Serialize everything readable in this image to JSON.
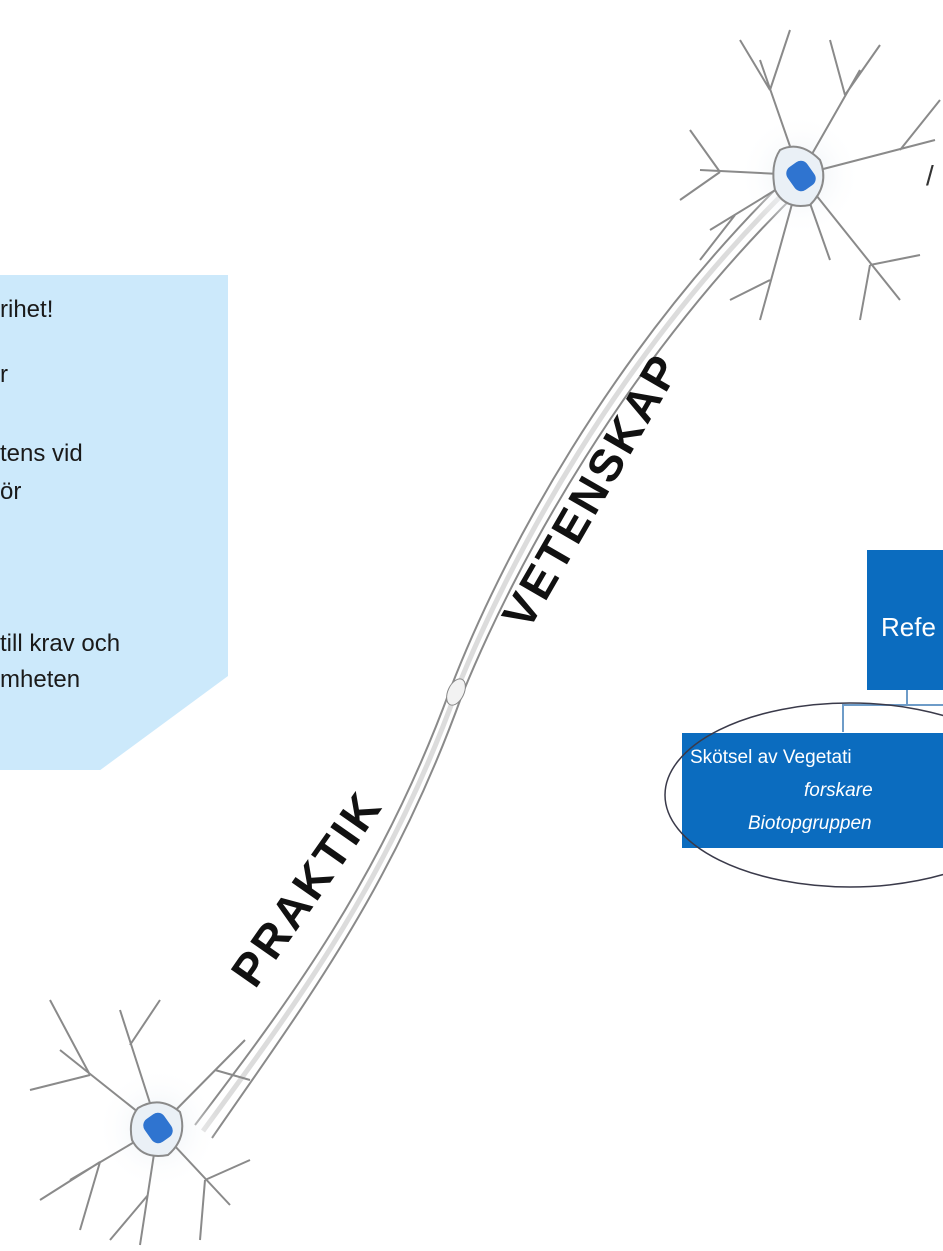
{
  "callout": {
    "lines": [
      "rihet!",
      "r",
      "tens vid",
      "ör",
      "till krav och",
      "mheten"
    ]
  },
  "reference_box": {
    "label": "Refe"
  },
  "skotsel_box": {
    "title": "Skötsel av Vegetati",
    "line2": "forskare",
    "line3": "Biotopgruppen"
  },
  "neuron_graphic": {
    "label_bottom": "PRAKTIK",
    "label_top": "VETENSKAP",
    "nucleus_color": "#2f74d0"
  },
  "corner_mark": "/",
  "colors": {
    "callout_bg": "#cce9fb",
    "box_blue": "#0b6cbf",
    "connector": "#6e9cc8"
  }
}
